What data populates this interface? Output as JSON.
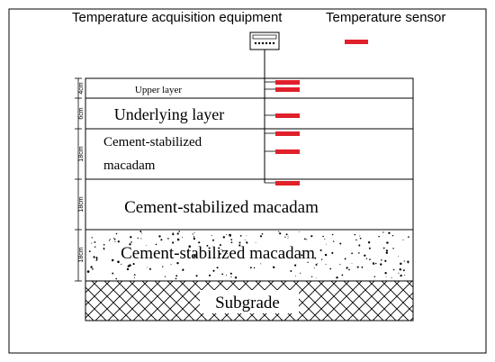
{
  "header": {
    "equipment_label": "Temperature acquisition equipment",
    "sensor_label": "Temperature sensor"
  },
  "layers": [
    {
      "name": "Upper layer",
      "thickness": "4cm"
    },
    {
      "name": "Underlying layer",
      "thickness": "6cm"
    },
    {
      "name_line1": "Cement-stabilized",
      "name_line2": "macadam",
      "thickness": "18cm"
    },
    {
      "name": "Cement-stabilized macadam",
      "thickness": "18cm"
    },
    {
      "name": "Cement-stabilized macadam",
      "thickness": "18cm"
    }
  ],
  "subgrade": {
    "name": "Subgrade"
  },
  "colors": {
    "sensor": "#e0202a",
    "line": "#000000",
    "background": "#ffffff"
  },
  "icons": [
    "data-logger-icon",
    "sensor-marker-icon"
  ]
}
